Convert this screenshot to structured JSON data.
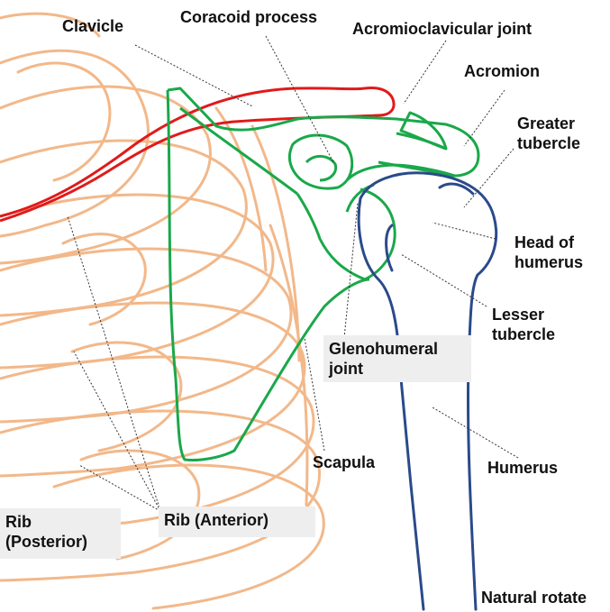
{
  "labels": {
    "clavicle": "Clavicle",
    "coracoid_process": "Coracoid process",
    "acromioclavicular_joint": "Acromioclavicular joint",
    "acromion": "Acromion",
    "greater_tubercle": "Greater\ntubercle",
    "head_of_humerus": "Head of\nhumerus",
    "lesser_tubercle": "Lesser\ntubercle",
    "glenohumeral_joint": "Glenohumeral\njoint",
    "scapula": "Scapula",
    "humerus": "Humerus",
    "rib_anterior": "Rib (Anterior)",
    "rib_posterior": "Rib\n(Posterior)",
    "caption": "Natural rotate"
  },
  "colors": {
    "rib": "#f2b88a",
    "clavicle": "#e01a1a",
    "scapula": "#1aa84a",
    "humerus": "#2a4a8a",
    "label_box": "#eeeeee",
    "leader": "#333333"
  }
}
